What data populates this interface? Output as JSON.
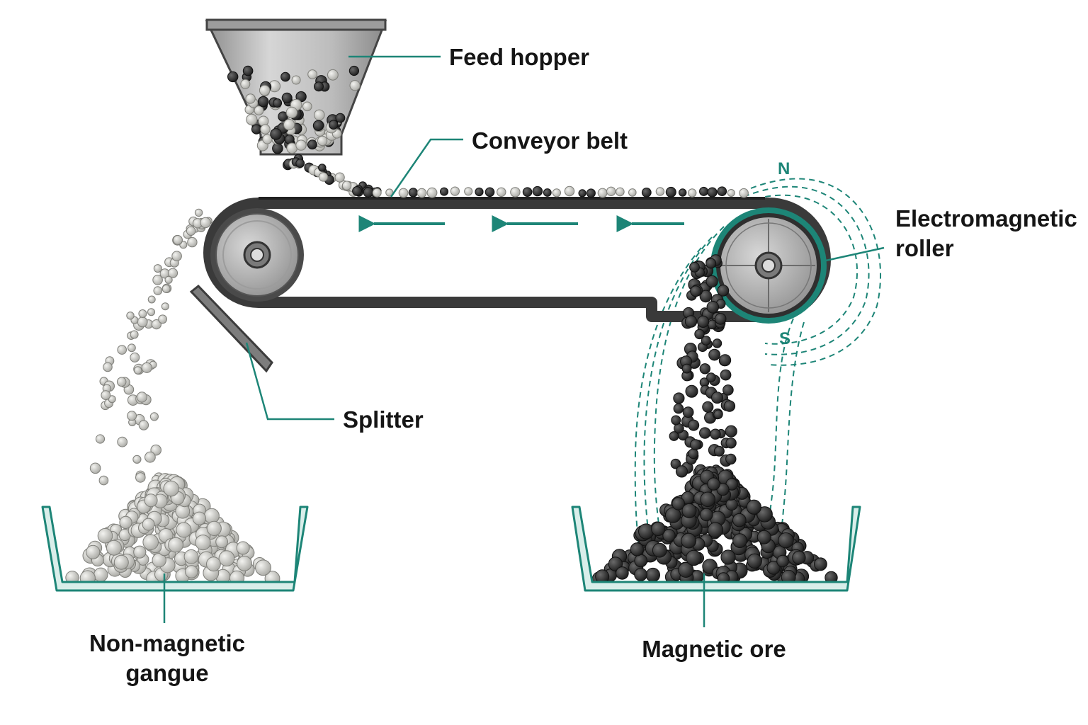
{
  "labels": {
    "feed_hopper": "Feed hopper",
    "conveyor_belt": "Conveyor belt",
    "electromagnetic_roller_line1": "Electromagnetic",
    "electromagnetic_roller_line2": "roller",
    "splitter": "Splitter",
    "non_magnetic_line1": "Non-magnetic",
    "non_magnetic_line2": "gangue",
    "magnetic_ore": "Magnetic ore",
    "pole_north": "N",
    "pole_south": "S"
  },
  "colors": {
    "accent": "#1d8577",
    "tray_fill": "#d9eeea",
    "belt": "#3a3a3a",
    "hopper": "#b9b9b9",
    "magnetic_particle": "#2a2a2a",
    "gangue_particle": "#c9c9c4"
  },
  "icons": {
    "flow_arrow": "left-arrow-icon"
  }
}
